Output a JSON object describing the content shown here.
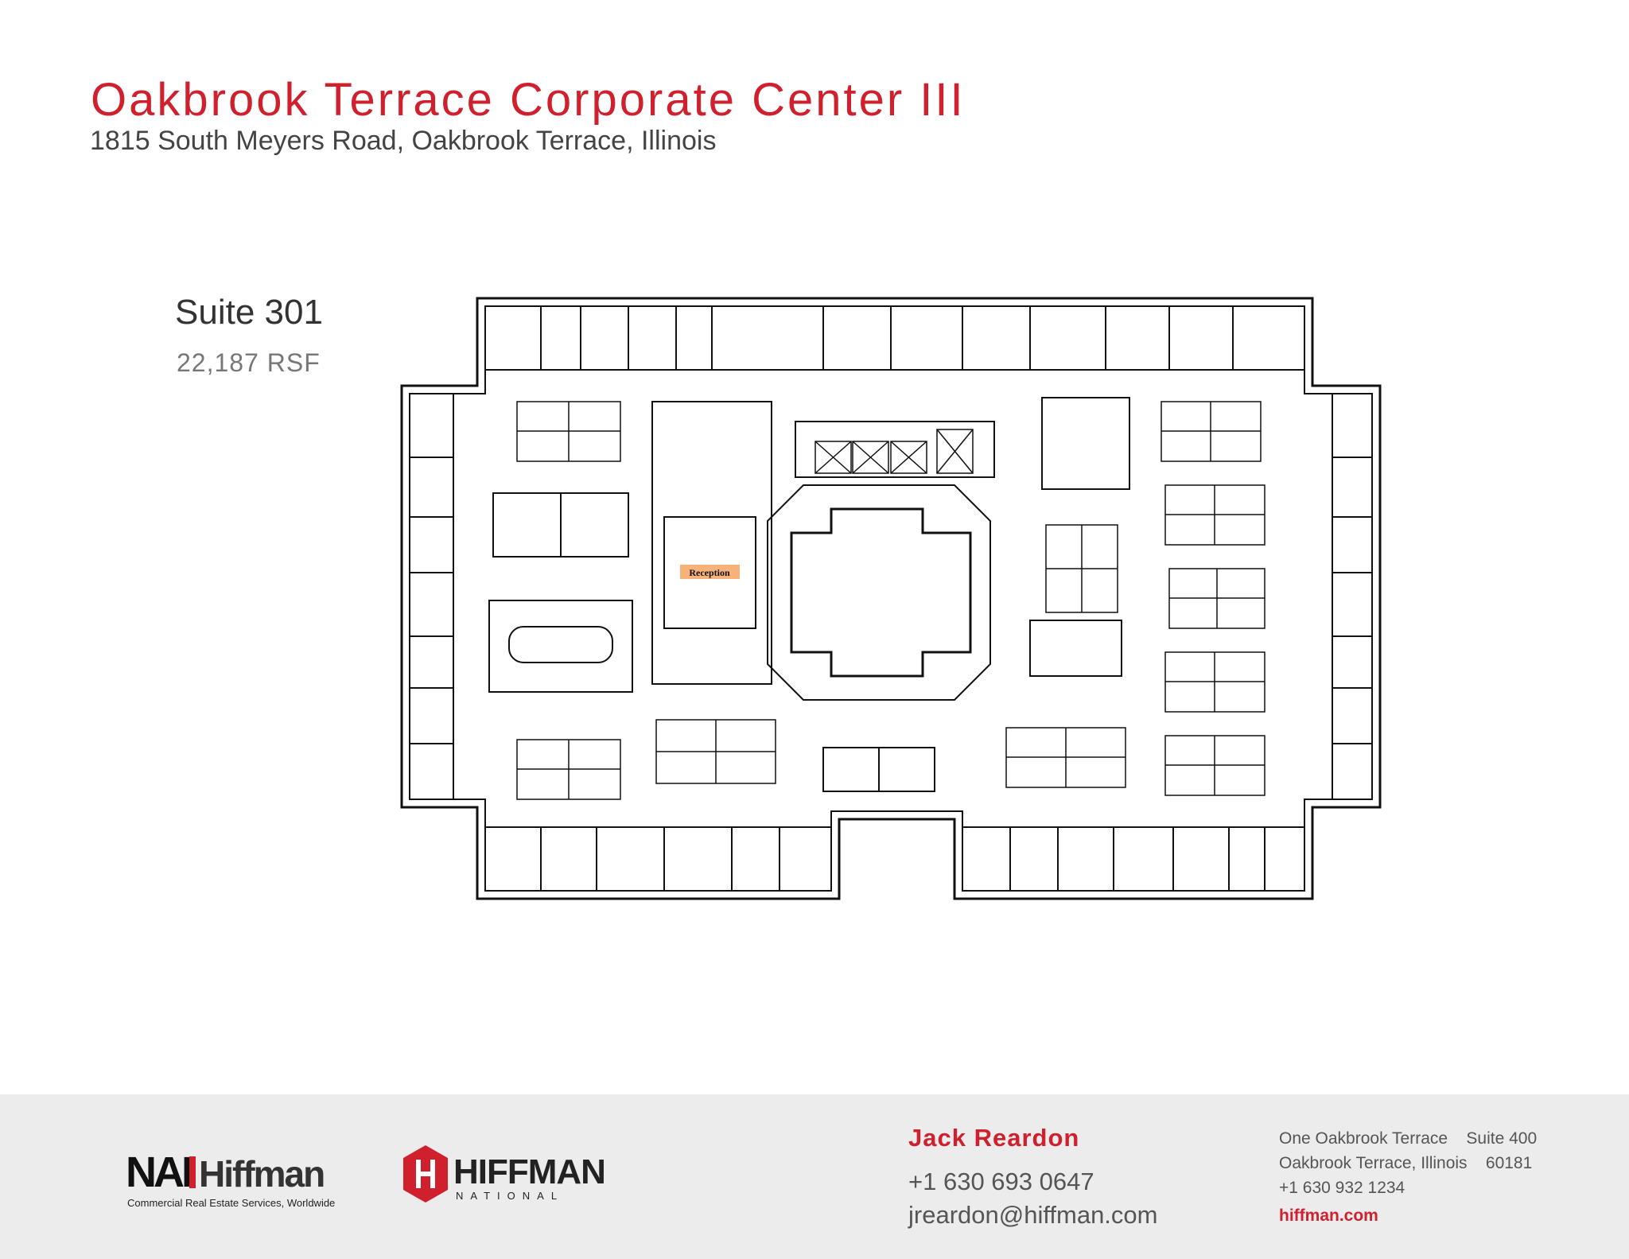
{
  "header": {
    "title": "Oakbrook Terrace Corporate Center III",
    "address": "1815 South Meyers Road, Oakbrook Terrace, Illinois"
  },
  "suite": {
    "name": "Suite 301",
    "area": "22,187 RSF"
  },
  "floor_plan": {
    "room_label": "Reception",
    "label_color": "#f7b27a"
  },
  "footer": {
    "nai_logo_text_a": "NAI",
    "nai_logo_text_b": "Hiffman",
    "nai_tagline": "Commercial Real Estate Services, Worldwide",
    "hn_logo_text": "HIFFMAN",
    "hn_logo_subtext": "NATIONAL",
    "contact_name": "Jack Reardon",
    "contact_phone": "+1 630 693 0647",
    "contact_email": "jreardon@hiffman.com",
    "office_line1": "One Oakbrook Terrace    Suite 400",
    "office_line2": "Oakbrook Terrace, Illinois    60181",
    "office_phone": "+1 630 932 1234",
    "website": "hiffman.com"
  },
  "colors": {
    "brand_red": "#d0202e",
    "footer_bg": "#ececec"
  }
}
